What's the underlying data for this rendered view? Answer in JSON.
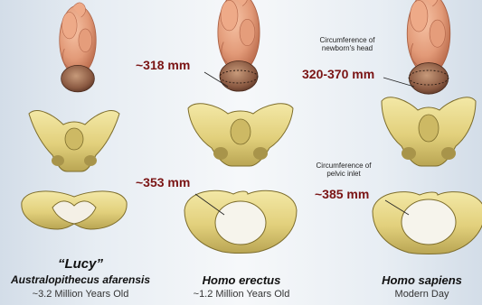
{
  "species": [
    {
      "nickname": "“Lucy”",
      "name": "Australopithecus afarensis",
      "era": "~3.2 Million Years Old"
    },
    {
      "head_measure": "~318 mm",
      "inlet_measure": "~353 mm",
      "name": "Homo erectus",
      "era": "~1.2 Million Years Old"
    },
    {
      "head_note": "Circumference of newborn's head",
      "head_measure": "320-370 mm",
      "inlet_note": "Circumference of pelvic inlet",
      "inlet_measure": "~385 mm",
      "name": "Homo sapiens",
      "era": "Modern Day"
    }
  ],
  "colors": {
    "bone": "#e8d98a",
    "bone_dark": "#8a7a34",
    "skin": "#e9a07e",
    "skin_dark": "#b86a4a",
    "measure_text": "#7a1414"
  }
}
